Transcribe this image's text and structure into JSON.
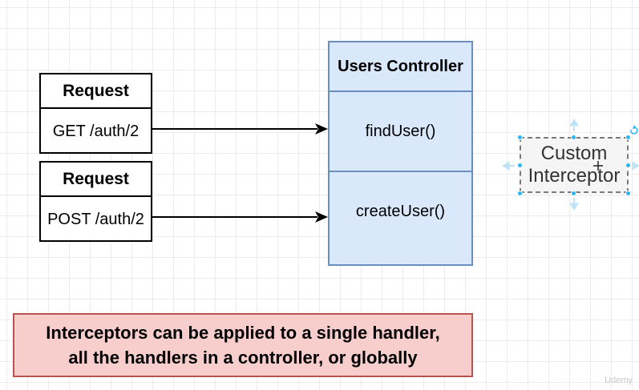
{
  "requests": [
    {
      "header": "Request",
      "route": "GET /auth/2"
    },
    {
      "header": "Request",
      "route": "POST /auth/2"
    }
  ],
  "controller": {
    "title": "Users Controller",
    "handlers": [
      "findUser()",
      "createUser()"
    ]
  },
  "interceptor": {
    "line1": "Custom",
    "line2": "Interceptor"
  },
  "note": {
    "line1": "Interceptors can be applied to a single handler,",
    "line2": "all the handlers in a controller, or globally"
  },
  "watermark": "Udemy",
  "colors": {
    "controller_fill": "#dae8fc",
    "controller_stroke": "#6c8ebf",
    "note_fill": "#f8cecc",
    "note_stroke": "#b85450",
    "selection_handle": "#29b6f2"
  }
}
